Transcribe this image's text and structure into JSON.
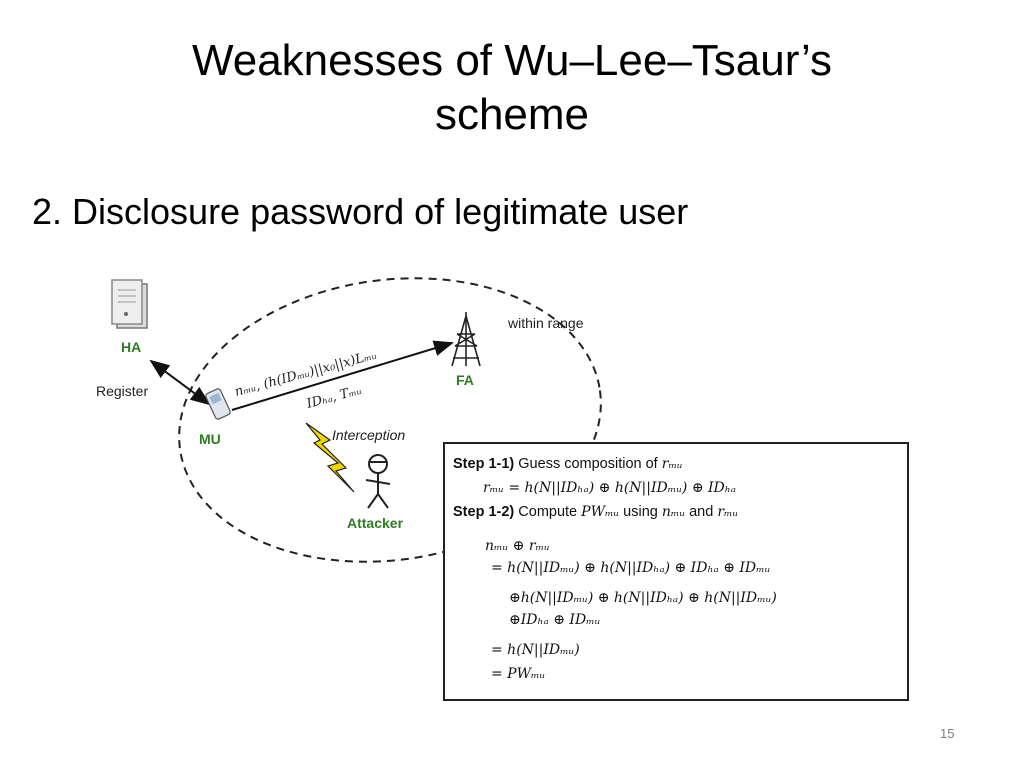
{
  "slide": {
    "title_line1": "Weaknesses of Wu–Lee–Tsaur’s",
    "title_line2": "scheme",
    "bullet": "2. Disclosure password of legitimate user",
    "page_number": "15"
  },
  "diagram": {
    "nodes": {
      "ha": "HA",
      "fa": "FA",
      "mu": "MU",
      "attacker": "Attacker"
    },
    "labels": {
      "within_range": "within range",
      "register": "Register",
      "interception": "Interception",
      "message_top": "nₘᵤ, (h(IDₘᵤ)||x₀||x)Lₘᵤ",
      "message_bottom": "IDₕₐ, Tₘᵤ"
    },
    "steps": {
      "step1_label": "Step 1-1)",
      "step1_text": "Guess composition of",
      "step1_var": "rₘᵤ",
      "step1_eq": "rₘᵤ = h(N||IDₕₐ) ⊕ h(N||IDₘᵤ) ⊕ IDₕₐ",
      "step2_label": "Step 1-2)",
      "step2_text_a": "Compute",
      "step2_var_a": "PWₘᵤ",
      "step2_text_b": "using",
      "step2_var_b": "nₘᵤ",
      "step2_text_c": "and",
      "step2_var_c": "rₘᵤ",
      "eq1": "nₘᵤ ⊕ rₘᵤ",
      "eq2": "= h(N||IDₘᵤ) ⊕ h(N||IDₕₐ) ⊕ IDₕₐ ⊕ IDₘᵤ",
      "eq3": "⊕h(N||IDₘᵤ) ⊕ h(N||IDₕₐ) ⊕ h(N||IDₘᵤ)",
      "eq4": "⊕IDₕₐ ⊕ IDₘᵤ",
      "eq5": "= h(N||IDₘᵤ)",
      "eq6": "= PWₘᵤ"
    },
    "colors": {
      "node_label": "#2e7d22",
      "lightning": "#f2d600"
    },
    "icons": [
      "server-icon",
      "antenna-tower-icon",
      "mobile-phone-icon",
      "attacker-figure-icon",
      "lightning-icon"
    ]
  }
}
